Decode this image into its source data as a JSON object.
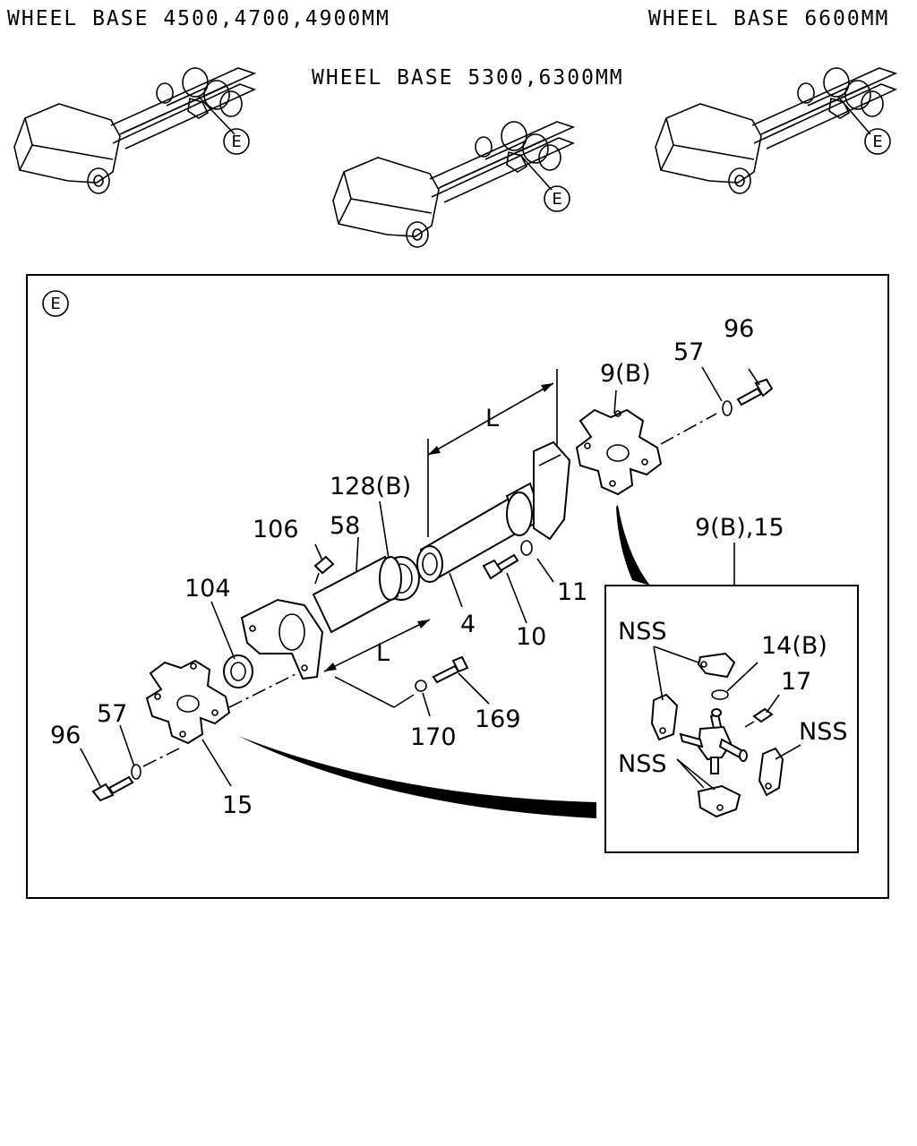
{
  "headers": {
    "wb_left": "WHEEL BASE 4500,4700,4900MM",
    "wb_right": "WHEEL BASE 6600MM",
    "wb_center": "WHEEL BASE 5300,6300MM"
  },
  "detail_marker": "E",
  "part_labels": {
    "p96_top": "96",
    "p57_top": "57",
    "p9b_top": "9(B)",
    "pL_top": "L",
    "p128b": "128(B)",
    "p106": "106",
    "p58": "58",
    "p104": "104",
    "p4": "4",
    "p11": "11",
    "p10": "10",
    "pL_bottom": "L",
    "p170": "170",
    "p169": "169",
    "p57_bottom": "57",
    "p96_bottom": "96",
    "p15": "15",
    "p9b15": "9(B),15"
  },
  "inset_labels": {
    "nss_top": "NSS",
    "p14b": "14(B)",
    "p17": "17",
    "nss_right": "NSS",
    "nss_left": "NSS"
  }
}
